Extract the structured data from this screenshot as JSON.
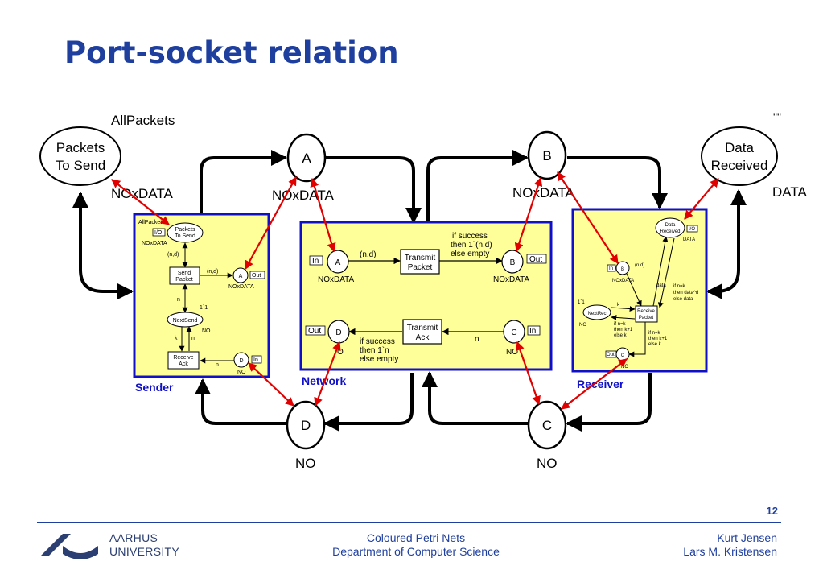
{
  "slide": {
    "title": "Port-socket relation",
    "page_number": "12"
  },
  "top_level": {
    "packets_to_send": {
      "line1": "Packets",
      "line2": "To Send",
      "initial": "AllPackets",
      "colorset": "NOxDATA"
    },
    "data_received": {
      "line1": "Data",
      "line2": "Received",
      "initial": "\"\"",
      "colorset": "DATA"
    },
    "place_A": {
      "label": "A",
      "colorset": "NOxDATA"
    },
    "place_B": {
      "label": "B",
      "colorset": "NOxDATA"
    },
    "place_C": {
      "label": "C",
      "colorset": "NO"
    },
    "place_D": {
      "label": "D",
      "colorset": "NO"
    }
  },
  "sender": {
    "caption": "Sender",
    "initial": "AllPackets",
    "packets_to_send": {
      "line1": "Packets",
      "line2": "To Send"
    },
    "io_tag": "I/O",
    "colorset_pts": "NOxDATA",
    "arc_nd_1": "(n,d)",
    "send_packet": {
      "line1": "Send",
      "line2": "Packet"
    },
    "arc_nd_2": "(n,d)",
    "place_A": "A",
    "out_tag": "Out",
    "colorset_A": "NOxDATA",
    "arc_n_1": "n",
    "init_next": "1`1",
    "next_send": "NextSend",
    "colorset_next": "NO",
    "arc_k": "k",
    "arc_n_2": "n",
    "receive_ack": {
      "line1": "Receive",
      "line2": "Ack"
    },
    "arc_n_3": "n",
    "place_D": "D",
    "in_tag": "In",
    "colorset_D": "NO"
  },
  "network": {
    "caption": "Network",
    "in_tag": "In",
    "place_A": "A",
    "colorset_A": "NOxDATA",
    "arc_nd": "(n,d)",
    "transmit_packet": {
      "line1": "Transmit",
      "line2": "Packet"
    },
    "cond_packet": [
      "if success",
      "then 1`(n,d)",
      "else empty"
    ],
    "place_B": "B",
    "out_tag": "Out",
    "colorset_B": "NOxDATA",
    "out_tag_2": "Out",
    "place_D": "D",
    "colorset_D": "O",
    "transmit_ack": {
      "line1": "Transmit",
      "line2": "Ack"
    },
    "cond_ack": [
      "if success",
      "then 1`n",
      "else empty"
    ],
    "arc_n": "n",
    "place_C": "C",
    "in_tag_2": "In",
    "colorset_C": "NO"
  },
  "receiver": {
    "caption": "Receiver",
    "data_received": {
      "line1": "Data",
      "line2": "Received"
    },
    "io_tag": "I/O",
    "colorset_dr": "DATA",
    "in_tag": "In",
    "place_B": "B",
    "arc_nd": "(n,d)",
    "colorset_B": "NOxDATA",
    "arc_data": "data",
    "cond_data": [
      "if n=k",
      "then data^d",
      "else data"
    ],
    "init_next": "1`1",
    "arc_k": "k",
    "next_rec": "NextRec",
    "colorset_next": "NO",
    "receive_packet": {
      "line1": "Receive",
      "line2": "Packet"
    },
    "cond_k1": [
      "if n=k",
      "then k+1",
      "else k"
    ],
    "cond_k2": [
      "if n=k",
      "then k+1",
      "else k"
    ],
    "out_tag": "Out",
    "place_C": "C",
    "colorset_C": "NO"
  },
  "footer": {
    "university_line1": "AARHUS",
    "university_line2": "UNIVERSITY",
    "course": "Coloured Petri Nets",
    "department": "Department of Computer Science",
    "author1": "Kurt Jensen",
    "author2": "Lars M. Kristensen"
  },
  "colors": {
    "title": "#1f3f9f",
    "module_fill": "#ffff99",
    "module_border": "#1010c8",
    "port_socket_arrow": "#e00000"
  }
}
